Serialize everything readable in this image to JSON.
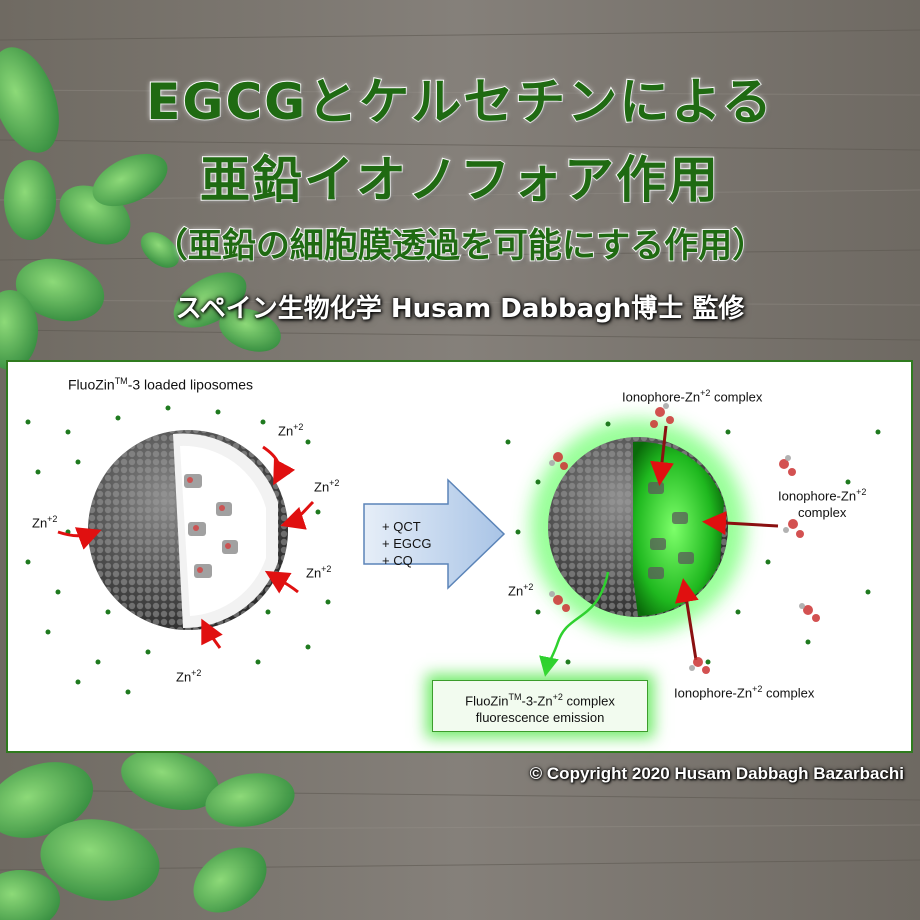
{
  "header": {
    "title_line1": "EGCGとケルセチンによる",
    "title_line2": "亜鉛イオノフォア作用",
    "subtitle": "（亜鉛の細胞膜透過を可能にする作用）",
    "supervisor": "スペイン生物化学 Husam Dabbagh博士 監修"
  },
  "diagram": {
    "left_title": {
      "base": "FluoZin",
      "sup": "TM",
      "rest": "-3 loaded liposomes"
    },
    "zinc": {
      "base": "Zn",
      "sup": "+2"
    },
    "arrow_items": [
      "+ QCT",
      "+ EGCG",
      "+ CQ"
    ],
    "ionophore_label": {
      "base": "Ionophore-Zn",
      "sup": "+2",
      "rest": " complex"
    },
    "ionophore_two_line": {
      "line1_base": "Ionophore-Zn",
      "sup": "+2",
      "line2": "complex"
    },
    "emission_box": {
      "base": "FluoZin",
      "sup_tm": "TM",
      "mid": "-3-Zn",
      "sup": "+2",
      "rest": " complex",
      "line2": "fluorescence emission"
    },
    "colors": {
      "membrane": "#3a3a3a",
      "zinc_dot": "#1f7a1f",
      "arrow_red": "#e01010",
      "glow": "#44ff44",
      "frame": "#2f7b1e",
      "title_green": "#1f6a12"
    }
  },
  "copyright": "© Copyright 2020 Husam Dabbagh Bazarbachi"
}
